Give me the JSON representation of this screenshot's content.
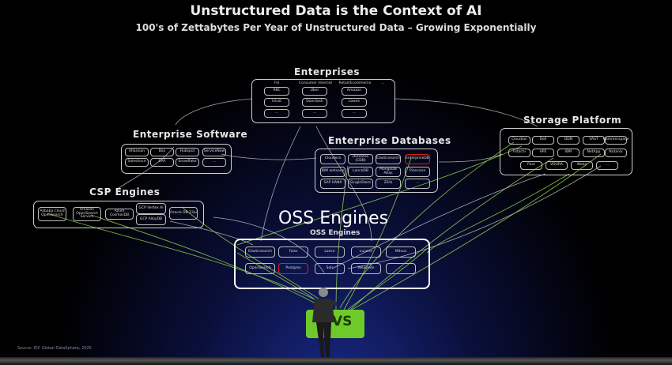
{
  "header": {
    "title": "Unstructured Data is the Context of AI",
    "subtitle": "100's of Zettabytes Per Year of Unstructured Data – Growing Exponentially"
  },
  "enterprises": {
    "title": "Enterprises",
    "columns": [
      {
        "head": "FSI",
        "items": [
          "RBC",
          "Intuit",
          "..."
        ]
      },
      {
        "head": "Consumer Internet",
        "items": [
          "Uber",
          "Doordash",
          "..."
        ]
      },
      {
        "head": "Retail/Ecommerce",
        "items": [
          "Amazon",
          "Lowes",
          "..."
        ]
      }
    ],
    "more": "..."
  },
  "enterprise_software": {
    "title": "Enterprise Software",
    "items": [
      "Atlassian",
      "Box",
      "Hubspot",
      "ServiceNow",
      "Salesforce",
      "SAP",
      "Snowflake",
      "..."
    ]
  },
  "enterprise_databases": {
    "title": "Enterprise Databases",
    "items": [
      "Cloudera",
      "DataStax (CDB)",
      "Elasticsearch",
      "EnterpriseDB",
      "IBM watsonx",
      "LanceDB",
      "MongoDB Atlas",
      "Pinecone",
      "SAP HANA",
      "SingleStore",
      "Zilliz",
      "..."
    ],
    "highlighted": "EnterpriseDB"
  },
  "storage_platform": {
    "title": "Storage Platform",
    "items": [
      "Cloudian",
      "Dell",
      "DDN",
      "VAST",
      "Hammerspace",
      "Hitachi",
      "HPE",
      "IBM",
      "NetApp",
      "Nutanix",
      "Pure",
      "VDURA",
      "Weka",
      "..."
    ]
  },
  "csp_engines": {
    "title": "CSP Engines",
    "items": [
      "Alibaba Cloud OpenSearch",
      "Amazon OpenSearch Service",
      "Azure CosmosDB",
      "GCP Vertex AI",
      "GCP AlloyDB",
      "Oracle DB 23ai"
    ]
  },
  "oss_engines": {
    "overlay_label": "OSS Engines",
    "title": "OSS Engines",
    "items": [
      "Elasticsearch",
      "Faiss",
      "Lance",
      "Lucene",
      "Milvus",
      "OpenSearch",
      "Postgres",
      "Solr",
      "Weaviate",
      "..."
    ],
    "highlighted": "Postgres"
  },
  "center": {
    "label": "VS"
  },
  "footer": {
    "source": "Source: IDC Global DataSphere, 2025"
  },
  "colors": {
    "accent_green": "#6fc92a",
    "highlight_red": "#e01b1b",
    "line_green": "#8fd14f",
    "line_white": "#cfcfcf"
  }
}
